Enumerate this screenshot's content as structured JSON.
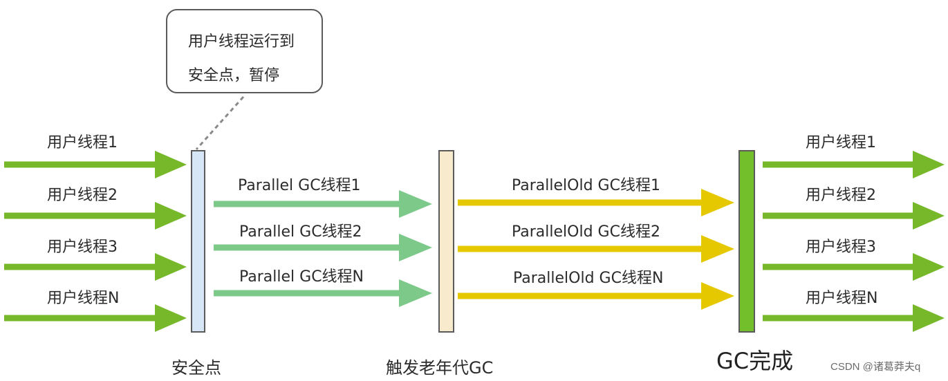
{
  "callout": {
    "line1": "用户线程运行到",
    "line2": "安全点，暂停"
  },
  "user_threads_in": [
    "用户线程1",
    "用户线程2",
    "用户线程3",
    "用户线程N"
  ],
  "parallel_gc_threads": [
    "Parallel GC线程1",
    "Parallel GC线程2",
    "Parallel GC线程N"
  ],
  "parallel_old_threads": [
    "ParallelOld GC线程1",
    "ParallelOld GC线程2",
    "ParallelOld GC线程N"
  ],
  "user_threads_out": [
    "用户线程1",
    "用户线程2",
    "用户线程3",
    "用户线程N"
  ],
  "stages": {
    "safepoint": "安全点",
    "old_gc": "触发老年代GC",
    "done": "GC完成"
  },
  "watermark": "CSDN @诸葛莽夫q",
  "colors": {
    "user_arrow": "#76b82a",
    "parallel_arrow": "#7cc98a",
    "old_arrow": "#e6c800",
    "bar_safepoint": "#d6e6f7",
    "bar_old_gc": "#f8ebcd",
    "bar_done": "#72bf2b",
    "border": "#5a5a5a"
  }
}
